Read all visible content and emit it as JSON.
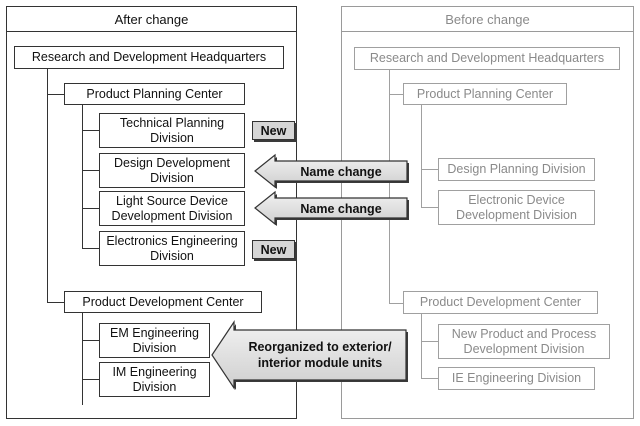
{
  "after": {
    "title": "After change",
    "hq": "Research and Development Headquarters",
    "planning_center": "Product Planning Center",
    "planning_divisions": [
      "Technical Planning\nDivision",
      "Design Development\nDivision",
      "Light Source Device\nDevelopment Division",
      "Electronics Engineering\nDivision"
    ],
    "development_center": "Product Development Center",
    "development_divisions": [
      "EM Engineering\nDivision",
      "IM Engineering\nDivision"
    ]
  },
  "before": {
    "title": "Before change",
    "hq": "Research and Development Headquarters",
    "planning_center": "Product Planning Center",
    "planning_divisions": [
      "Design Planning Division",
      "Electronic Device\nDevelopment Division"
    ],
    "development_center": "Product Development Center",
    "development_divisions": [
      "New Product and Process\nDevelopment Division",
      "IE Engineering Division"
    ]
  },
  "badges": {
    "new_1": "New",
    "new_2": "New"
  },
  "arrows": {
    "name_change_1": "Name change",
    "name_change_2": "Name change",
    "reorganized": "Reorganized to exterior/\ninterior module units"
  }
}
